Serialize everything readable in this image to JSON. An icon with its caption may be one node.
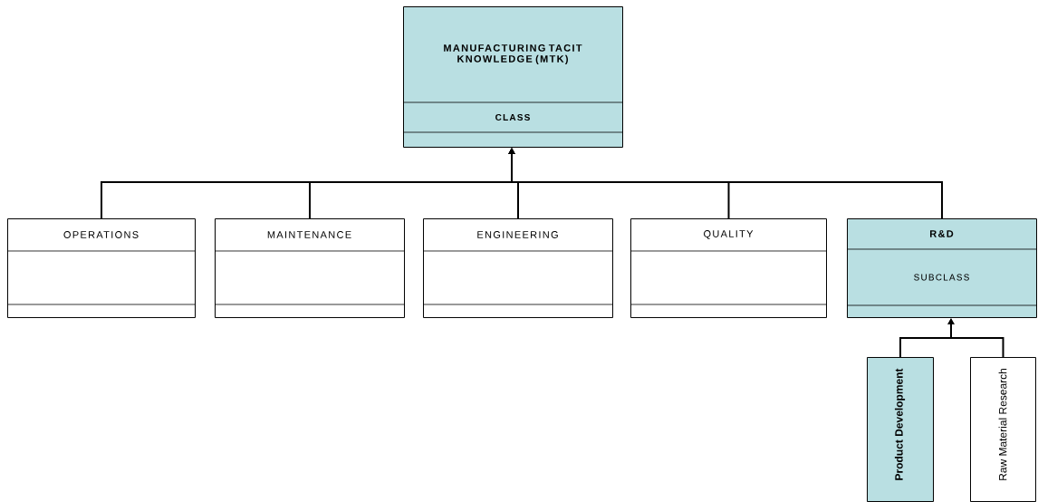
{
  "diagram": {
    "nodes": [
      {
        "text": [
          "MANUFACTURING TACIT KNOWLEDGE (MTK)",
          "CLASS"
        ]
      },
      {
        "text": [
          "OPERATIONS"
        ]
      },
      {
        "text": [
          "MAINTENANCE"
        ]
      },
      {
        "text": [
          "ENGINEERING"
        ]
      },
      {
        "text": [
          "QUALITY"
        ]
      },
      {
        "text": [
          "R&D",
          "SUBCLASS"
        ]
      },
      {
        "text": [
          "Product Development"
        ]
      },
      {
        "text": [
          "Raw Material Research"
        ]
      }
    ],
    "edges": [
      {
        "from": 1,
        "to": 0,
        "arrow": "to"
      },
      {
        "from": 2,
        "to": 0,
        "arrow": "to"
      },
      {
        "from": 3,
        "to": 0,
        "arrow": "to"
      },
      {
        "from": 4,
        "to": 0,
        "arrow": "to"
      },
      {
        "from": 5,
        "to": 0,
        "arrow": "to"
      },
      {
        "from": 6,
        "to": 5,
        "arrow": "to"
      },
      {
        "from": 7,
        "to": 5,
        "arrow": "to"
      }
    ]
  }
}
